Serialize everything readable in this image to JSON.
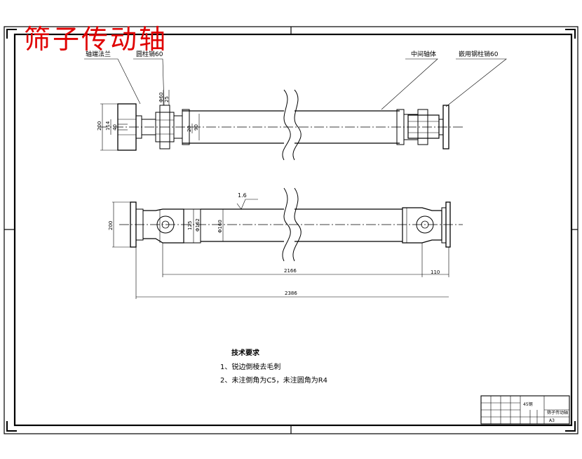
{
  "title": "筛子传动轴",
  "callouts": {
    "flange": "轴端法兰",
    "pin_left": "圆柱销60",
    "middle_shaft": "中间轴体",
    "pin_right": "嵌用钢柱销60"
  },
  "dimensions": {
    "top_flange_height": "200",
    "top_hub": "114",
    "top_bore": "40",
    "top_pin": "Φ60",
    "top_pin_small": "25",
    "top_shaft_inner": "20",
    "top_shaft_outer": "90",
    "bottom_flange_height": "200",
    "yoke_width": "125",
    "tube_inner": "Φ162",
    "tube_outer": "Φ160",
    "surface_finish": "1.6",
    "length_inner": "2166",
    "length_end": "110",
    "length_total": "2386"
  },
  "tech_requirements": {
    "title": "技术要求",
    "item1": "1、锐边倒棱去毛刺",
    "item2": "2、未注倒角为C5，未注圆角为R4"
  },
  "title_block": {
    "material": "45钢",
    "part_name": "筛子传动轴",
    "sheet_size": "A3"
  }
}
